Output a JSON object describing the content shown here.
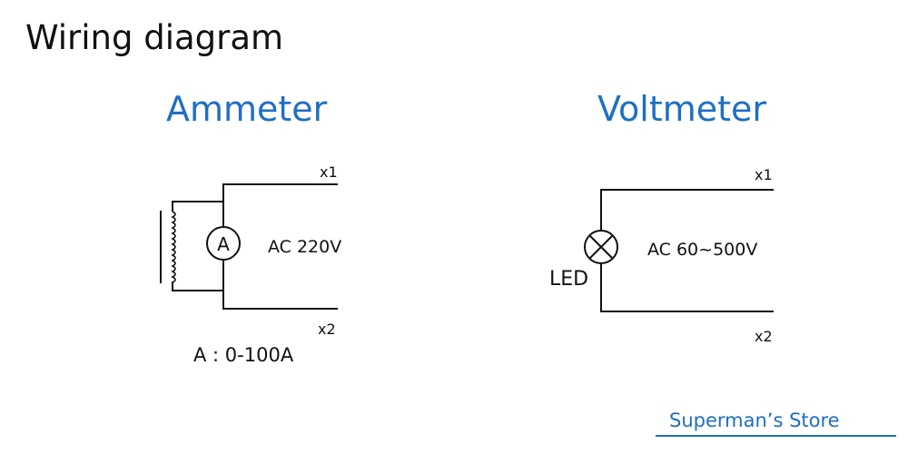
{
  "title": "Wiring diagram",
  "ammeter": {
    "title": "Ammeter",
    "meter_symbol": "A",
    "supply_label": "AC 220V",
    "terminal_top": "x1",
    "terminal_bottom": "x2",
    "range_label": "A : 0-100A"
  },
  "voltmeter": {
    "title": "Voltmeter",
    "indicator_label": "LED",
    "supply_label": "AC 60~500V",
    "terminal_top": "x1",
    "terminal_bottom": "x2"
  },
  "store": "Superman’s Store",
  "colors": {
    "accent": "#1f6fc4",
    "text": "#111111"
  }
}
